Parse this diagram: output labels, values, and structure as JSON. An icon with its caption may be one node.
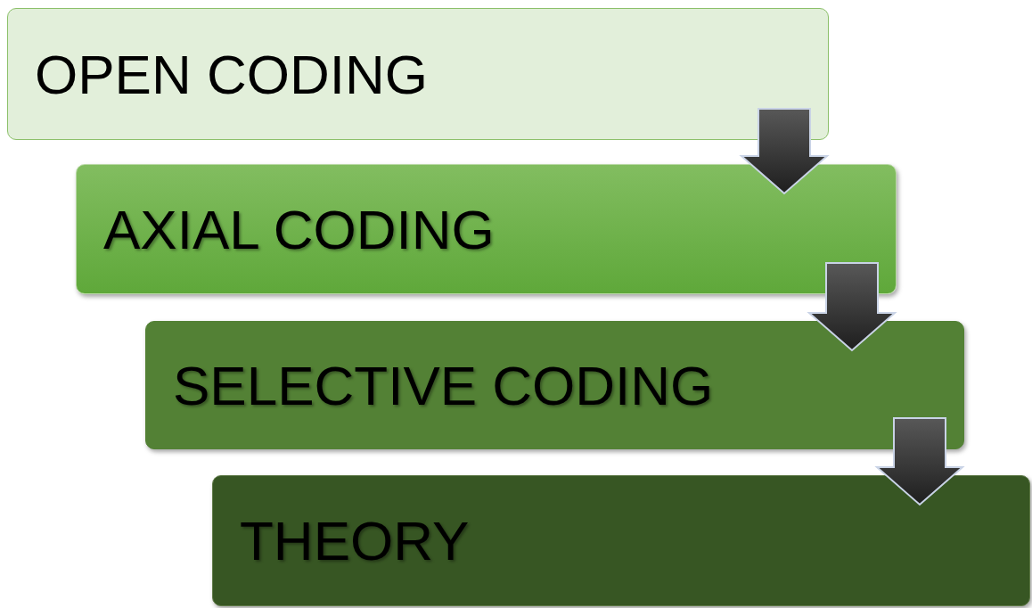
{
  "diagram": {
    "nodes": [
      {
        "text": [
          "OPEN CODING"
        ]
      },
      {
        "text": [
          "AXIAL CODING"
        ]
      },
      {
        "text": [
          "SELECTIVE CODING"
        ]
      },
      {
        "text": [
          "THEORY"
        ]
      }
    ],
    "edges": [
      {
        "from": 0,
        "to": 1,
        "arrow": "to"
      },
      {
        "from": 1,
        "to": 2,
        "arrow": "to"
      },
      {
        "from": 2,
        "to": 3,
        "arrow": "to"
      }
    ]
  }
}
